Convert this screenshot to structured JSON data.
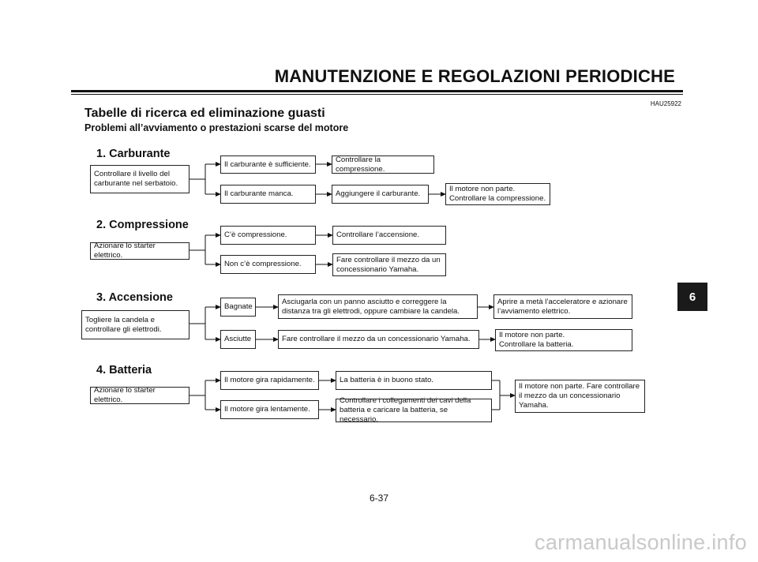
{
  "header": {
    "title": "MANUTENZIONE E REGOLAZIONI PERIODICHE"
  },
  "code": "HAU25922",
  "title": "Tabelle di ricerca ed eliminazione guasti",
  "subtitle": "Problemi all’avviamento o prestazioni scarse del motore",
  "sections": {
    "carburante": {
      "heading": "1. Carburante",
      "start": "Controllare il livello del carburante nel serbatoio.",
      "a1": "Il carburante è sufficiente.",
      "a2": "Controllare la compressione.",
      "b1": "Il carburante manca.",
      "b2": "Aggiungere il carburante.",
      "b3_line1": "Il motore non parte.",
      "b3_line2": "Controllare la compressione."
    },
    "compressione": {
      "heading": "2. Compressione",
      "start": "Azionare lo starter elettrico.",
      "a1": "C’è compressione.",
      "a2": "Controllare l’accensione.",
      "b1": "Non c’è compressione.",
      "b2": "Fare controllare il mezzo da un concessionario Yamaha."
    },
    "accensione": {
      "heading": "3. Accensione",
      "start": "Togliere la candela e controllare gli elettrodi.",
      "a1": "Bagnate",
      "a2": "Asciugarla con un panno asciutto e correggere la distanza tra gli elettrodi, oppure cambiare la candela.",
      "a3": "Aprire a metà l’acceleratore e azionare l’avviamento elettrico.",
      "b1": "Asciutte",
      "b2": "Fare controllare il mezzo da un concessionario Yamaha.",
      "b3_line1": "Il motore non parte.",
      "b3_line2": "Controllare la batteria."
    },
    "batteria": {
      "heading": "4. Batteria",
      "start": "Azionare lo starter elettrico.",
      "a1": "Il motore gira rapidamente.",
      "a2": "La batteria è in buono stato.",
      "b1": "Il motore gira lentamente.",
      "b2": "Controllare i collegamenti dei cavi della batteria e caricare la batteria, se necessario.",
      "end": "Il motore non parte. Fare controllare il mezzo da un concessionario Yamaha."
    }
  },
  "tab": "6",
  "page_number": "6-37",
  "watermark": "carmanualsonline.info"
}
